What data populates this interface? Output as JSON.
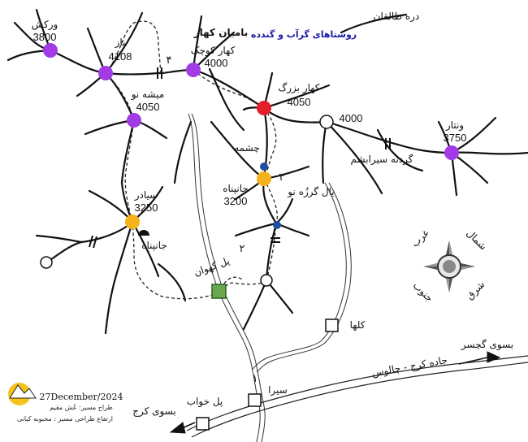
{
  "title": "روستاهای گرآب و گندده",
  "colors": {
    "peak_purple": "#a23be6",
    "peak_red": "#e3202a",
    "peak_yellow": "#f6b21c",
    "spring_blue": "#1f4fa0",
    "bridge_green": "#6aa84f",
    "title_blue": "#1a1aa8"
  },
  "labels": {
    "dare_taleqan": "دره طالقان",
    "bamiyan_kahar": "بامیان کهار",
    "varkesh": "ورکش",
    "varkesh_alt": "3800",
    "naz": "ناز",
    "naz_alt": "4108",
    "kahar_kuchak": "کهار کوچک",
    "kahar_kuchak_alt": "4000",
    "kahar_bozorg": "کهار بزرگ",
    "kahar_bozorg_alt": "4050",
    "peak_4000": "4000",
    "vantar": "ونتار",
    "vantar_alt": "3750",
    "gardane_sirabsham": "گردنه سیرابشم",
    "misheh_no": "میشه نو",
    "misheh_no_alt": "4050",
    "cheshmeh": "چشمه",
    "janpanah_1": "جانپناه",
    "janpanah_1_alt": "3200",
    "yal_gorzeh_no": "یال گرزُه نو",
    "siyador": "سیادر",
    "siyador_alt": "3250",
    "janpanah_2": "جانپناه",
    "pol_kahvan": "پل کهوان",
    "kalha": "کلها",
    "sira": "سیرا",
    "pol_khab": "پل خواب",
    "be_sooye_karaj": "بسوی کرج",
    "be_sooye_gachsar": "بسوی گچسر",
    "jadeh": "جاده کرج - چالوس",
    "stage_1": "۱",
    "stage_2": "۲",
    "stage_3": "۳",
    "stage_4": "۴",
    "compass_north": "شمال",
    "compass_west": "غرب",
    "compass_south": "جنوب",
    "compass_east": "شرق"
  },
  "credits": {
    "date": "27December/2024",
    "line1": "طراح مسیر: عُش مقیم",
    "line2": "ارتفاع طراحی مسیر : محبوبه کیانی"
  }
}
